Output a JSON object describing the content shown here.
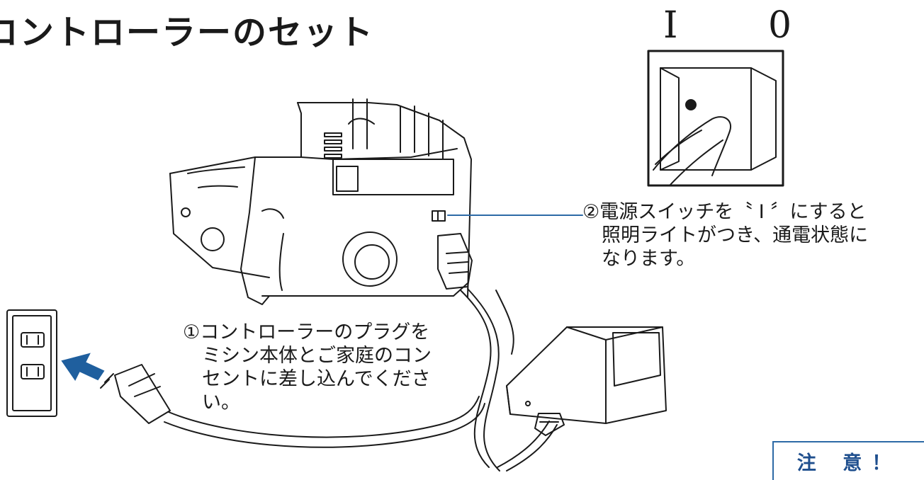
{
  "page": {
    "title": "コントローラーのセット"
  },
  "switch": {
    "on_label": "I",
    "off_label": "0"
  },
  "steps": [
    {
      "text": "①コントローラーのプラグを\n　ミシン本体とご家庭のコン\n　セントに差し込んでくださ\n　い。"
    },
    {
      "text": "②電源スイッチを〝 I 〞にすると\n　照明ライトがつき、通電状態に\n　なります。"
    }
  ],
  "caution": {
    "label": "注 意！"
  },
  "colors": {
    "accent": "#2d6aa6",
    "arrow": "#1f5f9e",
    "line": "#1a1a1a"
  }
}
